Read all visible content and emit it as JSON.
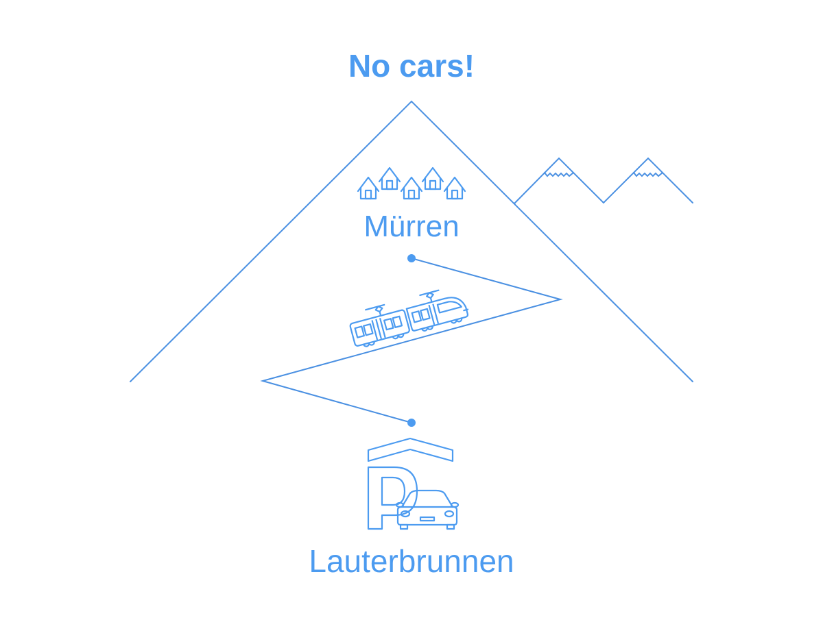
{
  "title": "No cars!",
  "places": {
    "top": "Mürren",
    "bottom": "Lauterbrunnen"
  },
  "icons": {
    "village": "houses-icon",
    "transport": "train-icon",
    "parking": "parking-garage-car-icon",
    "mountains": "snow-capped-mountains-icon"
  },
  "colors": {
    "accent": "#4c9bf0",
    "line": "#4a90e2",
    "background": "#ffffff"
  }
}
